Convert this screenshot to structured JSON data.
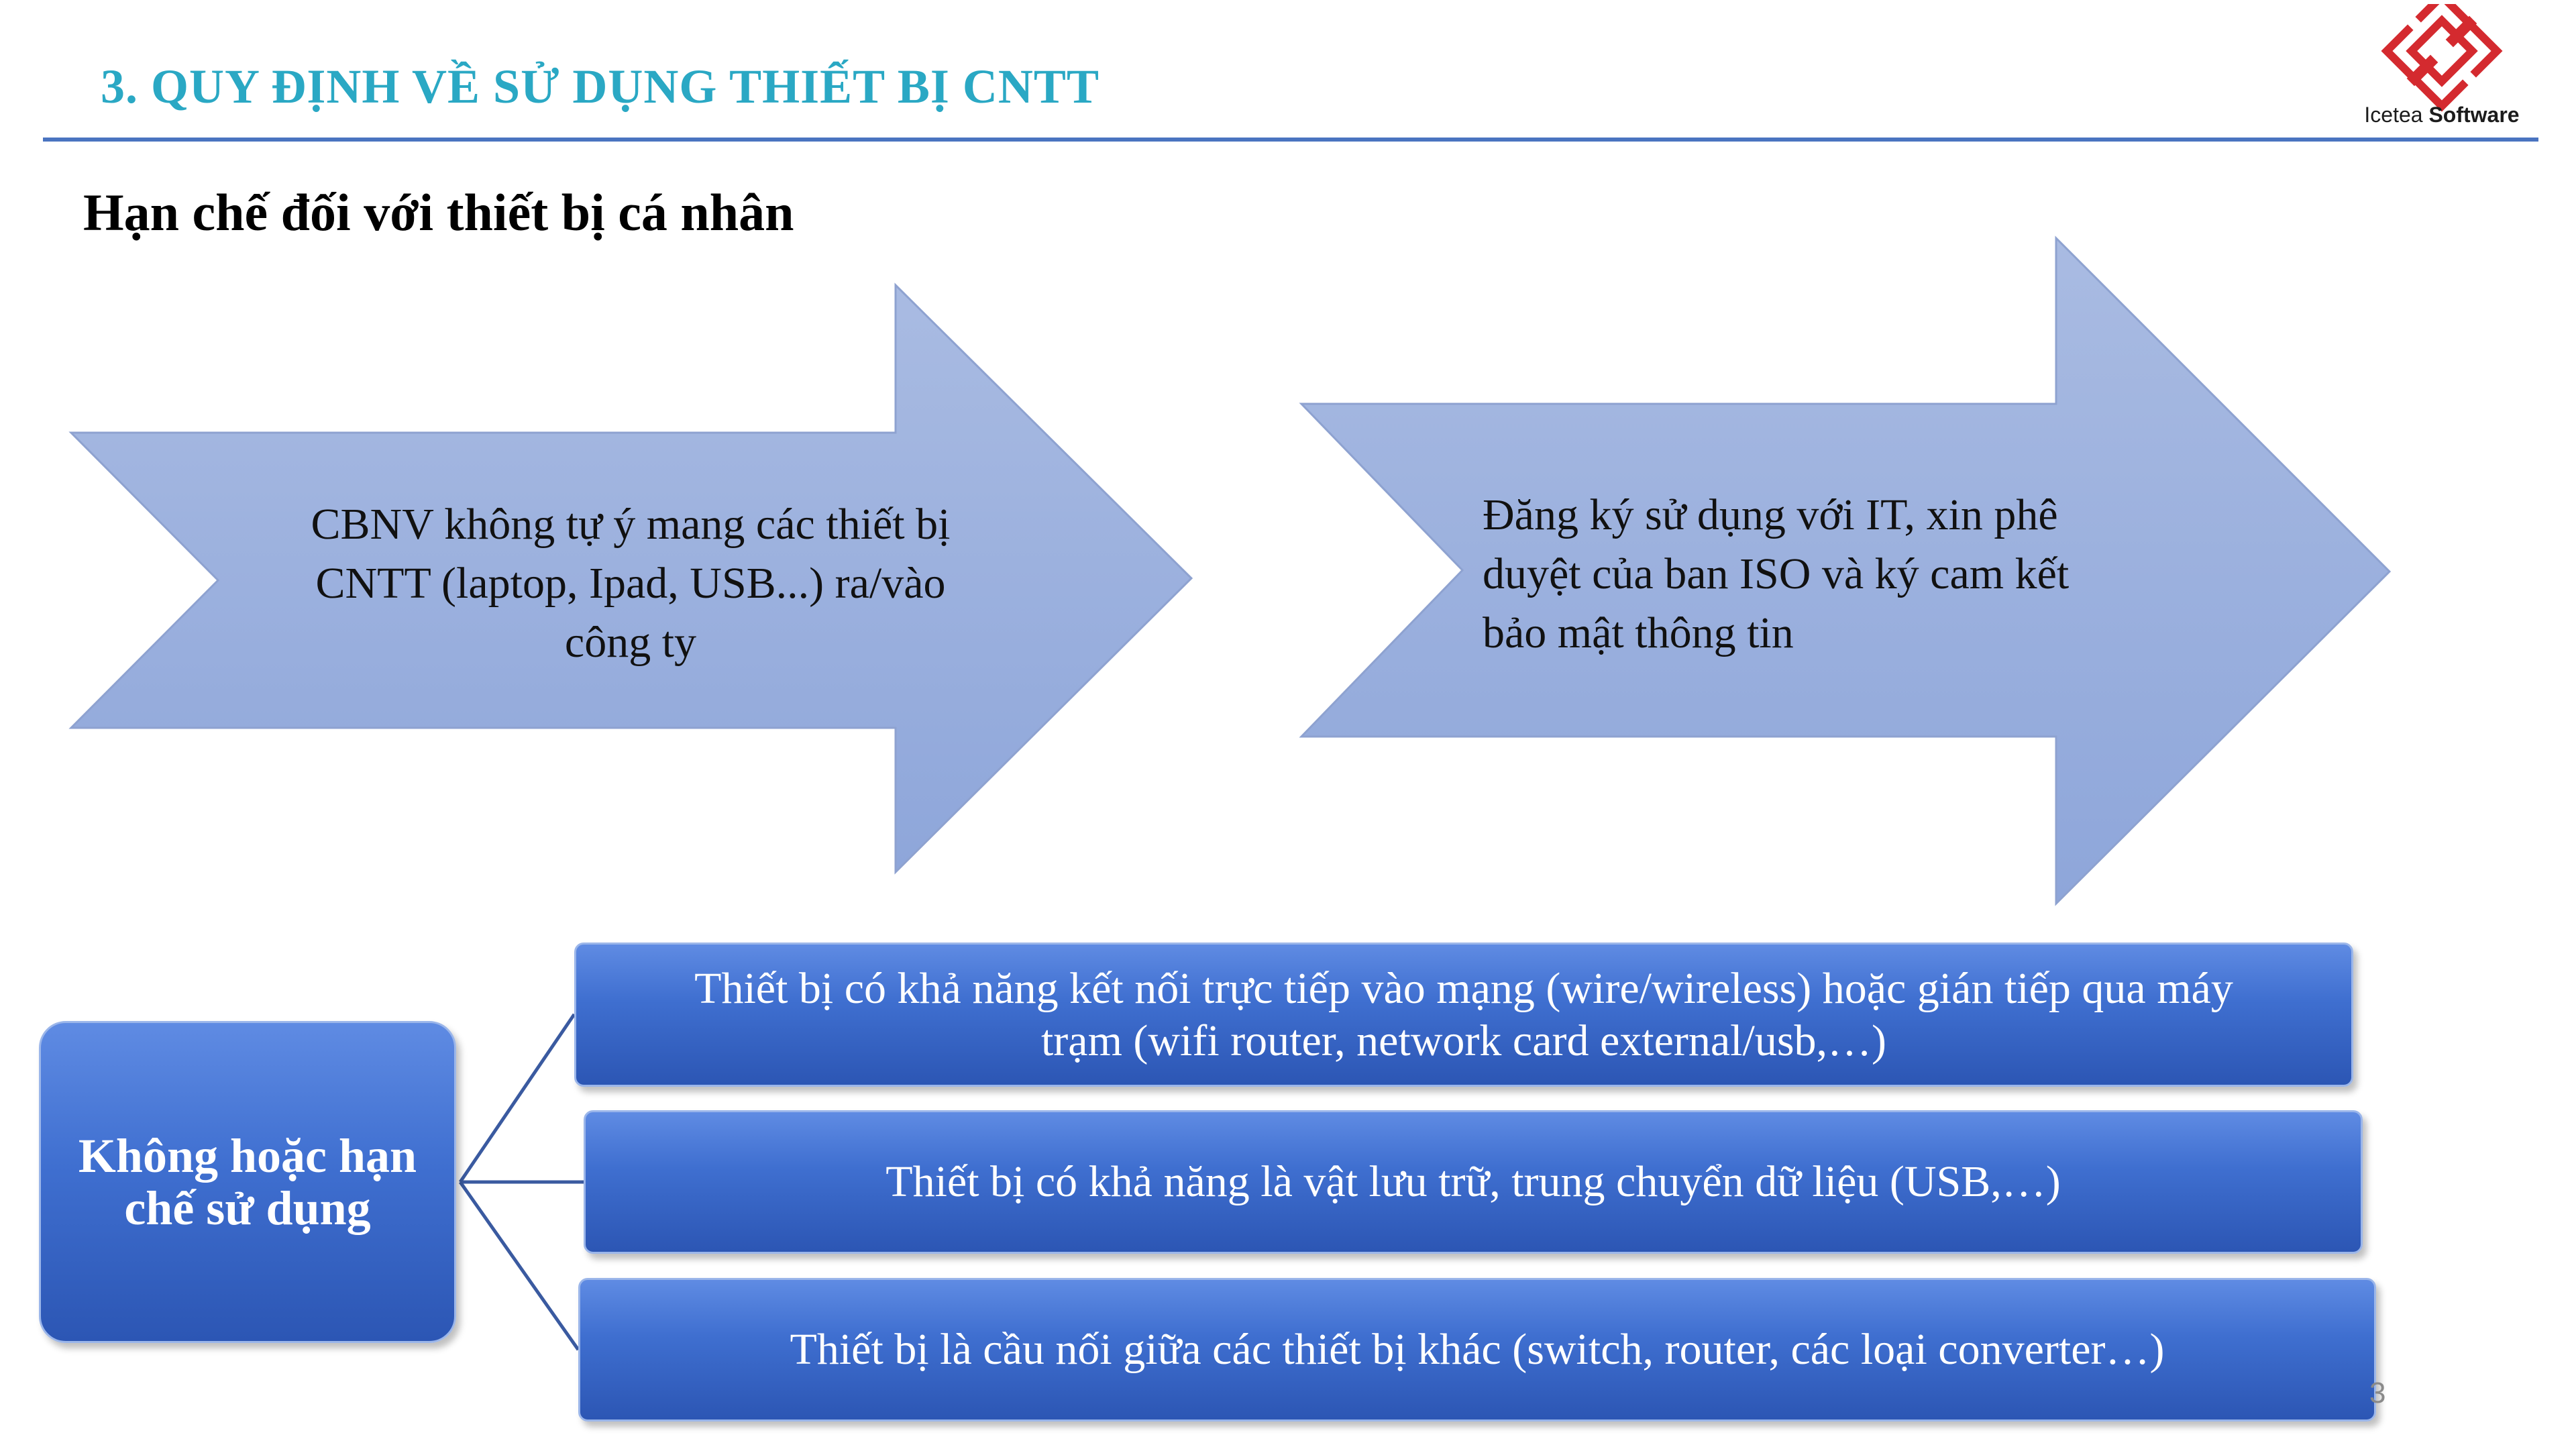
{
  "header": {
    "title": "3. QUY ĐỊNH VỀ SỬ DỤNG THIẾT BỊ CNTT",
    "logo_text_light": "Icetea",
    "logo_text_bold": "Software"
  },
  "section": {
    "heading": "Hạn chế đối với thiết bị cá nhân"
  },
  "arrows": [
    {
      "lines": [
        "CBNV không tự ý mang các thiết bị",
        "CNTT (laptop, Ipad, USB...) ra/vào",
        "công ty"
      ]
    },
    {
      "lines": [
        "Đăng ký sử dụng với IT, xin phê",
        "duyệt của ban ISO và ký cam kết",
        "bảo mật thông tin"
      ]
    }
  ],
  "diagram": {
    "root_lines": [
      "Không hoặc hạn",
      "chế sử dụng"
    ],
    "branches": [
      {
        "lines": [
          "Thiết bị có khả năng kết nối trực tiếp vào mạng (wire/wireless) hoặc gián tiếp qua máy",
          "trạm (wifi router, network card external/usb,…)"
        ]
      },
      {
        "lines": [
          "Thiết bị có khả năng là vật lưu trữ, trung chuyển dữ liệu (USB,…)"
        ]
      },
      {
        "lines": [
          "Thiết bị là cầu nối giữa các thiết bị khác (switch, router, các loại converter…)"
        ]
      }
    ]
  },
  "footer": {
    "page_number": "3"
  },
  "colors": {
    "title": "#2aa8c4",
    "rule": "#4a74c0",
    "arrow_fill": "#98aedc",
    "box_fill": "#3f6fd0",
    "logo_red": "#d42a2f"
  }
}
